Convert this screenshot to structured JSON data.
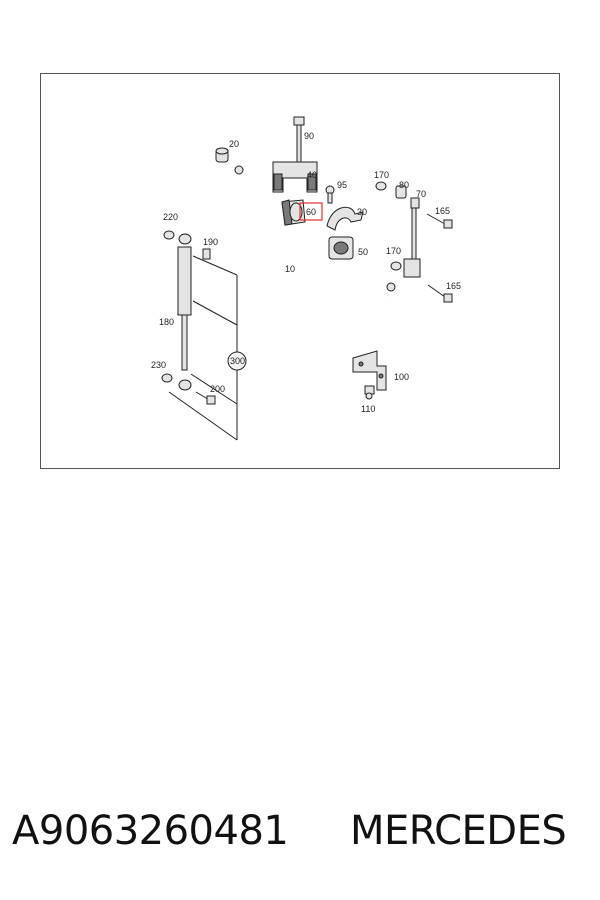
{
  "diagram": {
    "callouts": [
      "10",
      "20",
      "30",
      "40",
      "50",
      "60",
      "70",
      "80",
      "90",
      "95",
      "100",
      "110",
      "165",
      "165",
      "170",
      "170",
      "180",
      "190",
      "200",
      "220",
      "230",
      "300"
    ],
    "highlighted_callout": "60",
    "highlight_color": "#e03030"
  },
  "caption": {
    "part_number": "A9063260481",
    "brand": "MERCEDES"
  }
}
